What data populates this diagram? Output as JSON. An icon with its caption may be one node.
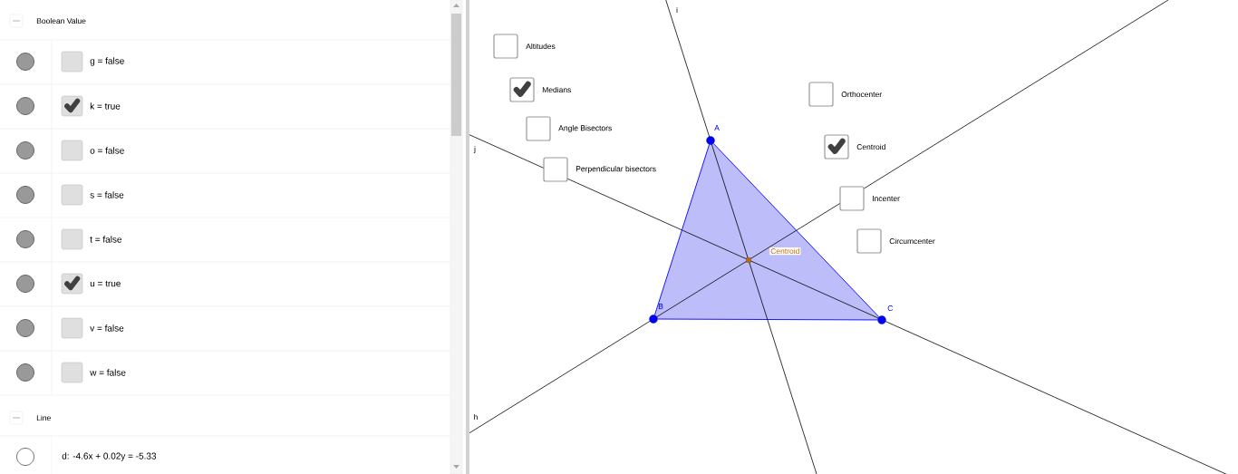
{
  "diagram": {
    "nodes": [
      {
        "text": [
          "A"
        ]
      },
      {
        "text": [
          "B"
        ]
      },
      {
        "text": [
          "C"
        ]
      },
      {
        "text": [
          "Centroid"
        ]
      }
    ],
    "edges": [
      {
        "from": 0,
        "to": 1,
        "arrow": "none"
      },
      {
        "from": 1,
        "to": 2,
        "arrow": "none"
      },
      {
        "from": 2,
        "to": 0,
        "arrow": "none"
      }
    ],
    "labels": [
      "Boolean Value",
      "g = false",
      "k = true",
      "o = false",
      "s = false",
      "t = false",
      "u = true",
      "v = false",
      "w = false",
      "Line",
      "d: -4.6x + 0.02y = -5.33",
      "i",
      "Altitudes",
      "Medians",
      "Orthocenter",
      "Angle Bisectors",
      "Centroid",
      "j",
      "Perpendicular bisectors",
      "Incenter",
      "Circumcenter",
      "h"
    ]
  }
}
